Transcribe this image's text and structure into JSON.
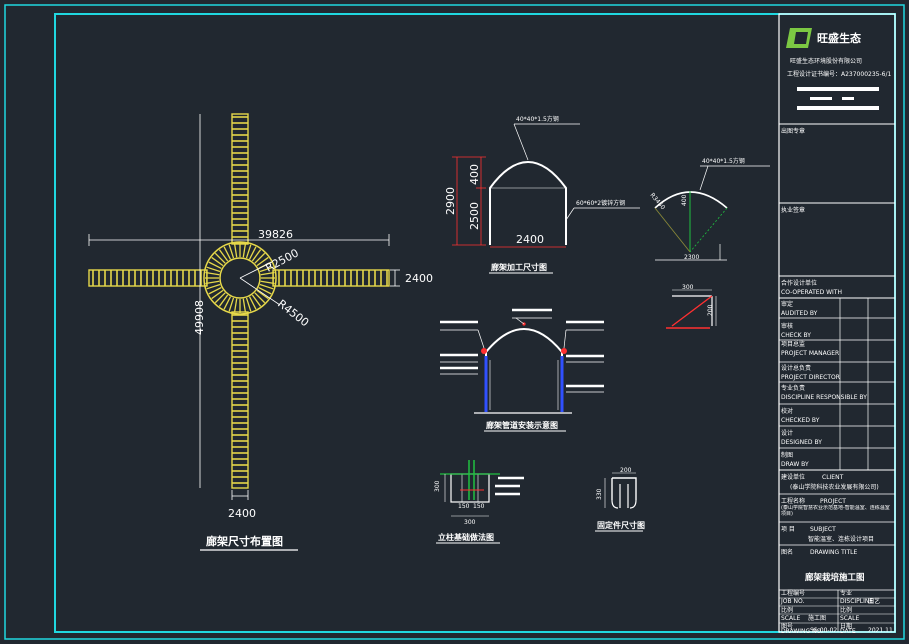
{
  "layout": {
    "dims": {
      "d_39826": "39826",
      "d_49908": "49908",
      "d_2400_right": "2400",
      "d_2400_bottom": "2400",
      "r_2500": "R2500",
      "r_4500": "R4500"
    },
    "caption": "廊架尺寸布置图"
  },
  "frame": {
    "dims": {
      "d_2900": "2900",
      "d_400": "400",
      "d_2500": "2500",
      "d_2400": "2400"
    },
    "callout_top": "40*40*1.5方钢",
    "callout_side": "60*60*2镀锌方钢",
    "caption": "廊架加工尺寸图"
  },
  "arc_detail": {
    "callout": "40*40*1.5方钢",
    "d_2300": "2300",
    "d_400": "400",
    "d_left": "R3450"
  },
  "bracket_detail": {
    "d_300": "300",
    "d_200": "200"
  },
  "pipe": {
    "caption": "廊架管道安装示意图"
  },
  "foundation": {
    "d_300_left": "300",
    "d_150a": "150",
    "d_150b": "150",
    "d_300_bottom": "300",
    "caption": "立柱基础做法图"
  },
  "hanger": {
    "d_top": "200",
    "d_side": "330",
    "caption": "固定件尺寸图"
  },
  "title_block": {
    "logo_text": "旺盛生态",
    "company": "旺盛生态环境股份有限公司",
    "cert_line": "工程设计证书编号：A237000235-6/1",
    "seal_label": "出图专章",
    "qual_label": "执业签章",
    "coop_cn": "合作设计单位",
    "coop_en": "CO-OPERATED WITH",
    "audit_cn": "审定",
    "audit_en": "AUDITED BY",
    "check_cn": "审核",
    "check_en": "CHECK BY",
    "pm_cn": "项目总监",
    "pm_en": "PROJECT MANAGER",
    "dd_cn": "设计总负责",
    "dd_en": "PROJECT DIRECTOR",
    "disc_cn": "专业负责",
    "disc_en": "DISCIPLINE RESPONSIBLE BY",
    "checked_cn": "校对",
    "checked_en": "CHECKED BY",
    "design_cn": "设计",
    "design_en": "DESIGNED BY",
    "draw_cn": "制图",
    "draw_en": "DRAW BY",
    "client_cn": "建设单位",
    "client_en": "CLIENT",
    "client_val": "(泰山学院科技农业发展有限公司)",
    "project_cn": "工程名称",
    "project_en": "PROJECT",
    "project_val": "(泰山学院智慧农业示范基地-智能温室、连栋温室项目)",
    "subject_cn": "项  目",
    "subject_en": "SUBJECT",
    "subject_val": "智能温室、连栋设计项目",
    "drawing_title_cn": "图名",
    "drawing_title_en": "DRAWING TITLE",
    "drawing_title_val": "廊架栽培施工图",
    "job_cn": "工程编号",
    "job_en": "JOB NO.",
    "disc2_cn": "专业",
    "disc2_en": "DISCIPLINE",
    "disc2_val": "园艺",
    "scale_cn": "比例",
    "scale_en": "SCALE",
    "scale_val": "施工图",
    "scale2_cn": "比例",
    "scale2_en": "SCALE",
    "no_cn": "图号",
    "no_en": "DRAWING NO.",
    "no_val": "SS-00-02",
    "date_cn": "日期",
    "date_en": "DATE",
    "date_val": "2021.11"
  }
}
